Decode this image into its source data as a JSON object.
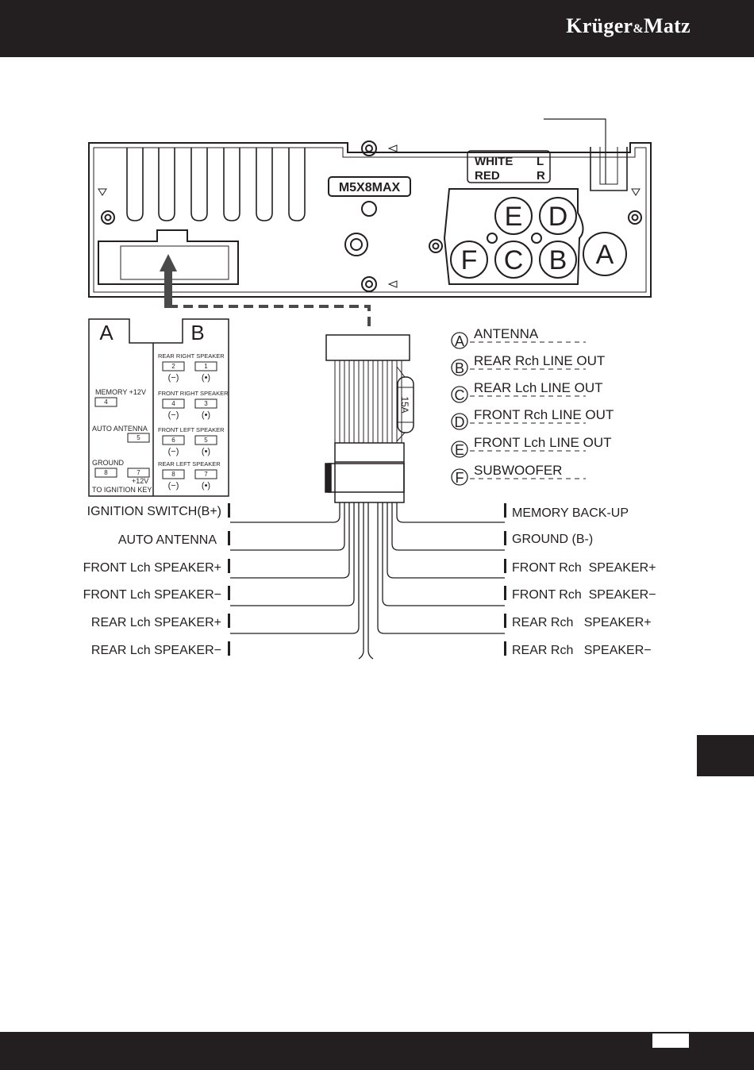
{
  "header": {
    "brand_main": "Krüger",
    "brand_amp": "&",
    "brand_tail": "Matz"
  },
  "unit": {
    "model": "M5X8MAX",
    "rca_white": "WHITE",
    "rca_white_side": "L",
    "rca_red": "RED",
    "rca_red_side": "R",
    "jacks": [
      "E",
      "D",
      "F",
      "C",
      "B",
      "A"
    ]
  },
  "iso": {
    "a_label": "A",
    "b_label": "B",
    "memory": "MEMORY +12V",
    "memory_pin": "4",
    "auto_antenna": "AUTO ANTENNA",
    "auto_antenna_pin": "5",
    "ground": "GROUND",
    "ground_pin": "8",
    "ignition_pin": "7",
    "plus12v": "+12V",
    "ignition_key": "TO IGNITION KEY",
    "b_groups": [
      {
        "title": "REAR RIGHT SPEAKER",
        "pin_neg": "2",
        "pin_pos": "1"
      },
      {
        "title": "FRONT RIGHT SPEAKER",
        "pin_neg": "4",
        "pin_pos": "3"
      },
      {
        "title": "FRONT LEFT SPEAKER",
        "pin_neg": "6",
        "pin_pos": "5"
      },
      {
        "title": "REAR LEFT SPEAKER",
        "pin_neg": "8",
        "pin_pos": "7"
      }
    ],
    "neg_sym": "(−)",
    "pos_sym": "(•)"
  },
  "fuse": "15A",
  "legend": [
    {
      "letter": "A",
      "text": "ANTENNA"
    },
    {
      "letter": "B",
      "text": "REAR Rch LINE OUT"
    },
    {
      "letter": "C",
      "text": "REAR Lch LINE OUT"
    },
    {
      "letter": "D",
      "text": "FRONT Rch LINE OUT"
    },
    {
      "letter": "E",
      "text": "FRONT Lch LINE OUT"
    },
    {
      "letter": "F",
      "text": "SUBWOOFER"
    }
  ],
  "wires_left": [
    "IGNITION SWITCH(B+)",
    "AUTO ANTENNA",
    "FRONT Lch SPEAKER+",
    "FRONT Lch SPEAKER−",
    "REAR Lch SPEAKER+",
    "REAR Lch SPEAKER−"
  ],
  "wires_right": [
    "MEMORY BACK-UP",
    "GROUND (B-)",
    "FRONT Rch  SPEAKER+",
    "FRONT Rch  SPEAKER−",
    "REAR Rch   SPEAKER+",
    "REAR Rch   SPEAKER−"
  ]
}
